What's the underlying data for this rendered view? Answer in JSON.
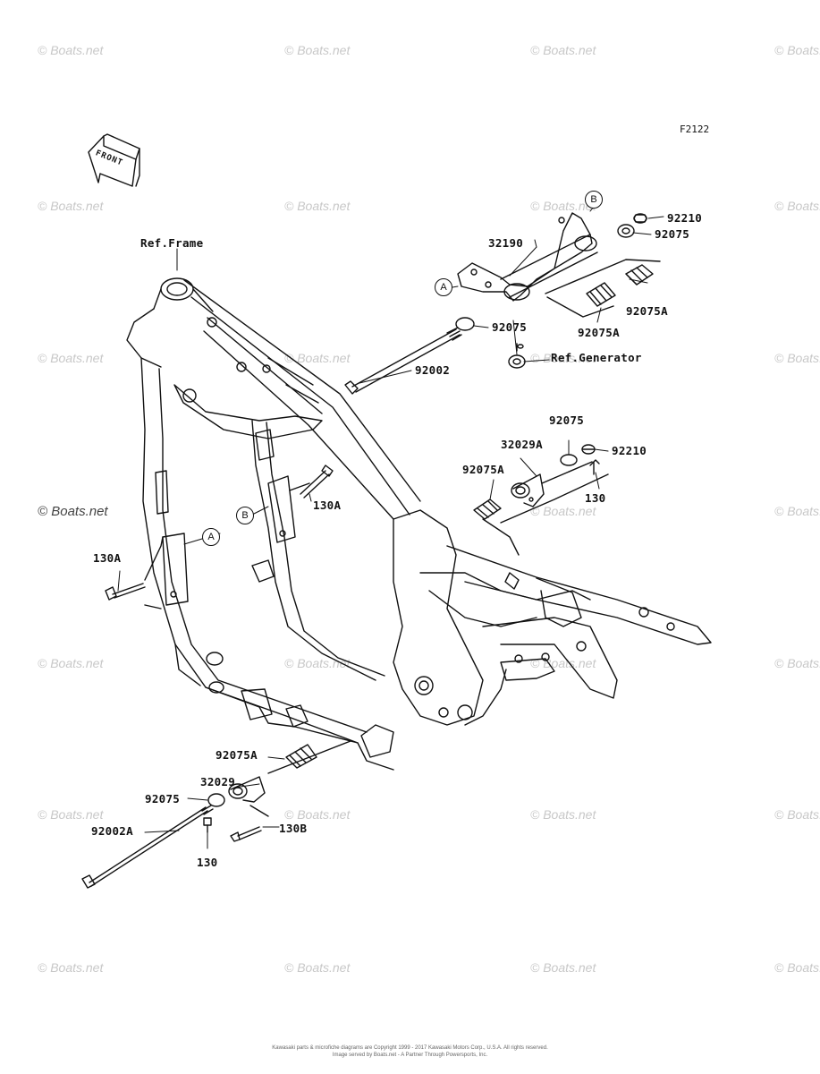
{
  "diagram_code": "F2122",
  "front_label": "FRONT",
  "watermark": "© Boats.net",
  "copyright": [
    "Kawasaki parts & microfiche diagrams are Copyright 1999 - 2017 Kawasaki Motors Corp., U.S.A. All rights reserved.",
    "Image served by Boats.net - A Partner Through Powersports, Inc."
  ],
  "reference_callouts": {
    "a": "A",
    "b": "B"
  },
  "labels": {
    "ref_frame": "Ref.Frame",
    "p32190": "32190",
    "p92210_top": "92210",
    "p92075_top": "92075",
    "p92075_mid": "92075",
    "p92075A_r1": "92075A",
    "p92075A_r2": "92075A",
    "ref_generator": "Ref.Generator",
    "p92002": "92002",
    "p92075_c": "92075",
    "p32029A": "32029A",
    "p92210_c": "92210",
    "p92075A_c": "92075A",
    "p130_c": "130",
    "p130A_mid": "130A",
    "p130A_left": "130A",
    "p92075A_low": "92075A",
    "p32029": "32029",
    "p92075_low": "92075",
    "p92002A": "92002A",
    "p130B": "130B",
    "p130_low": "130"
  }
}
